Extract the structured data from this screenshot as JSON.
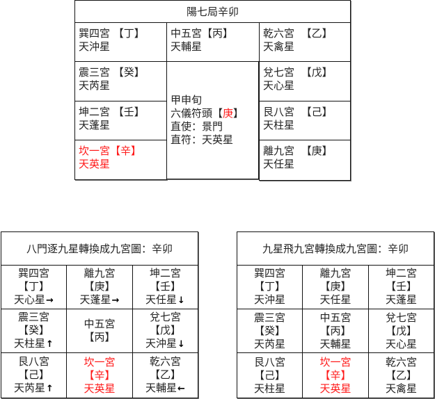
{
  "colors": {
    "highlight": "#ff1a1a",
    "border": "#111111",
    "text": "#222222"
  },
  "top_chart": {
    "title": "陽七局辛卯",
    "cells": {
      "xun4": {
        "palace": "巽四宮",
        "stem": "【丁】",
        "star": "天沖星",
        "gap": " "
      },
      "zhong5": {
        "palace": "中五宮",
        "stem": "【丙】",
        "star": "天輔星",
        "gap": ""
      },
      "qian6": {
        "palace": "乾六宮",
        "stem": "【乙】",
        "star": "天禽星",
        "gap": "  "
      },
      "zhen3": {
        "palace": "震三宮",
        "stem": "【癸】",
        "star": "天芮星",
        "gap": " "
      },
      "dui7": {
        "palace": "兌七宮",
        "stem": "【戊】",
        "star": "天心星",
        "gap": "  "
      },
      "kun2": {
        "palace": "坤二宮",
        "stem": "【壬】",
        "star": "天蓬星",
        "gap": " "
      },
      "gen8": {
        "palace": "艮八宮",
        "stem": "【己】",
        "star": "天柱星",
        "gap": "  "
      },
      "kan1": {
        "palace": "坎一宮",
        "stem": "【辛】",
        "star": "天英星",
        "gap": ""
      },
      "li9": {
        "palace": "離九宮",
        "stem": "【庚】",
        "star": "天任星",
        "gap": "  "
      }
    },
    "center": {
      "line1": "甲申旬",
      "line2_prefix": "六儀符頭",
      "line2_open": "【",
      "line2_stem": "庚",
      "line2_close": "】",
      "line3": "直使：景門",
      "line4": "直符：天英星"
    }
  },
  "left_table": {
    "title": "八門逐九星轉換成九宮圖：辛卯",
    "cells": [
      {
        "palace": "巽四宮",
        "stem": "【丁】",
        "star": "天心星",
        "arrow": "→"
      },
      {
        "palace": "離九宮",
        "stem": "【庚】",
        "star": "天蓬星",
        "arrow": "→"
      },
      {
        "palace": "坤二宮",
        "stem": "【壬】",
        "star": "天任星",
        "arrow": "↓"
      },
      {
        "palace": "震三宮",
        "stem": "【癸】",
        "star": "天柱星",
        "arrow": "↑"
      },
      {
        "palace": "中五宮",
        "stem": "【丙】",
        "star": "",
        "arrow": ""
      },
      {
        "palace": "兌七宮",
        "stem": "【戊】",
        "star": "天沖星",
        "arrow": "↓"
      },
      {
        "palace": "艮八宮",
        "stem": "【己】",
        "star": "天芮星",
        "arrow": "↑"
      },
      {
        "palace": "坎一宮",
        "stem": "【辛】",
        "star": "天英星",
        "arrow": ""
      },
      {
        "palace": "乾六宮",
        "stem": "【乙】",
        "star": "天輔星",
        "arrow": "←"
      }
    ]
  },
  "right_table": {
    "title": "九星飛九宮轉換成九宮圖：辛卯",
    "cells": [
      {
        "palace": "巽四宮",
        "stem": "【丁】",
        "star": "天沖星"
      },
      {
        "palace": "離九宮",
        "stem": "【庚】",
        "star": "天任星"
      },
      {
        "palace": "坤二宮",
        "stem": "【壬】",
        "star": "天蓬星"
      },
      {
        "palace": "震三宮",
        "stem": "【癸】",
        "star": "天芮星"
      },
      {
        "palace": "中五宮",
        "stem": "【丙】",
        "star": "天輔星"
      },
      {
        "palace": "兌七宮",
        "stem": "【戊】",
        "star": "天心星"
      },
      {
        "palace": "艮八宮",
        "stem": "【己】",
        "star": "天柱星"
      },
      {
        "palace": "坎一宮",
        "stem": "【辛】",
        "star": "天英星"
      },
      {
        "palace": "乾六宮",
        "stem": "【乙】",
        "star": "天禽星"
      }
    ]
  }
}
